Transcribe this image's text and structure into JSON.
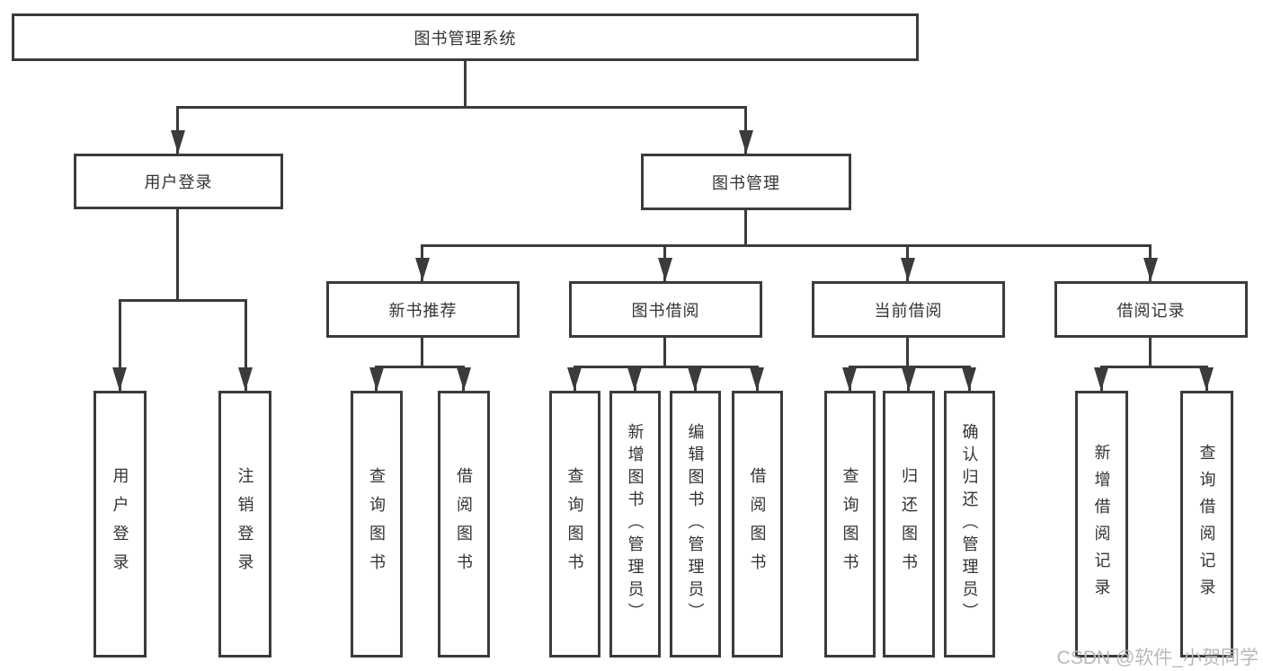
{
  "diagram": {
    "root": {
      "label": "图书管理系统"
    },
    "level2": [
      {
        "label": "用户登录"
      },
      {
        "label": "图书管理"
      }
    ],
    "level3": [
      {
        "label": "新书推荐"
      },
      {
        "label": "图书借阅"
      },
      {
        "label": "当前借阅"
      },
      {
        "label": "借阅记录"
      }
    ],
    "leaves": {
      "user_login": [
        {
          "label": "用户登录"
        },
        {
          "label": "注销登录"
        }
      ],
      "new_book": [
        {
          "label": "查询图书"
        },
        {
          "label": "借阅图书"
        }
      ],
      "book_borrow": [
        {
          "label": "查询图书"
        },
        {
          "label": "新增图书（管理员）"
        },
        {
          "label": "编辑图书（管理员）"
        },
        {
          "label": "借阅图书"
        }
      ],
      "current_borrow": [
        {
          "label": "查询图书"
        },
        {
          "label": "归还图书"
        },
        {
          "label": "确认归还（管理员）"
        }
      ],
      "borrow_records": [
        {
          "label": "新增借阅记录"
        },
        {
          "label": "查询借阅记录"
        }
      ]
    }
  },
  "watermark": {
    "text": "CSDN @软件_小贺同学"
  },
  "colors": {
    "line": "#3b3b3b",
    "text": "#333333",
    "watermark": "#b9b9b9",
    "background": "#ffffff"
  }
}
